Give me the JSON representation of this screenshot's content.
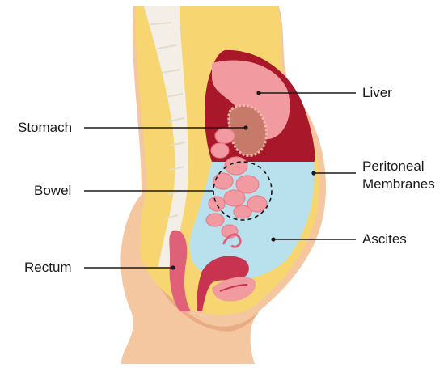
{
  "labels": {
    "liver": "Liver",
    "stomach": "Stomach",
    "peritoneal_line1": "Peritoneal",
    "peritoneal_line2": "Membranes",
    "bowel": "Bowel",
    "ascites": "Ascites",
    "rectum": "Rectum"
  },
  "colors": {
    "skin": "#f5c7a1",
    "skin_shadow": "#e9ad86",
    "fat": "#f7d672",
    "spine": "#f3efe6",
    "peritoneum_dark": "#a9182a",
    "liver": "#f19a9f",
    "ascites": "#b9e1ed",
    "bowel": "#f29aa2",
    "stomach": "#c77a6a",
    "rectum": "#e0607a",
    "uterus": "#c8344f",
    "leader_line": "#1a1a1a"
  }
}
